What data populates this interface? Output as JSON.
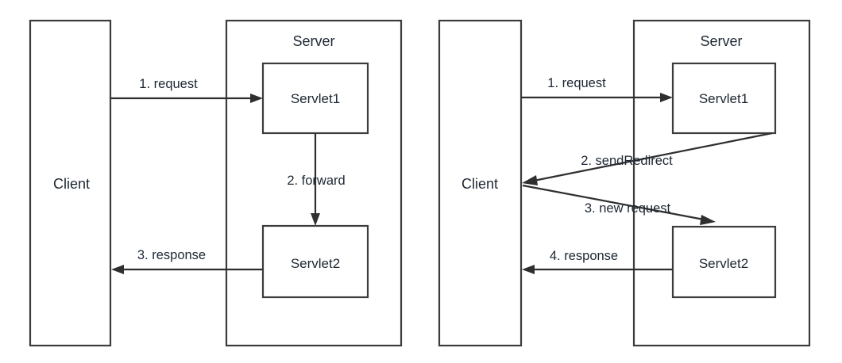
{
  "diagram": {
    "title_implicit": "Servlet forward vs sendRedirect",
    "colors": {
      "stroke": "#3c3c3c",
      "line": "#2f2f2f",
      "text": "#1d2733",
      "background": "#ffffff"
    },
    "panels": [
      {
        "id": "forward",
        "client": {
          "label": "Client"
        },
        "server": {
          "label": "Server"
        },
        "servlets": [
          {
            "label": "Servlet1"
          },
          {
            "label": "Servlet2"
          }
        ],
        "arrows": [
          {
            "label": "1. request",
            "from": "Client",
            "to": "Servlet1",
            "direction": "right"
          },
          {
            "label": "2. forward",
            "from": "Servlet1",
            "to": "Servlet2",
            "direction": "down"
          },
          {
            "label": "3. response",
            "from": "Servlet2",
            "to": "Client",
            "direction": "left"
          }
        ]
      },
      {
        "id": "sendRedirect",
        "client": {
          "label": "Client"
        },
        "server": {
          "label": "Server"
        },
        "servlets": [
          {
            "label": "Servlet1"
          },
          {
            "label": "Servlet2"
          }
        ],
        "arrows": [
          {
            "label": "1. request",
            "from": "Client",
            "to": "Servlet1",
            "direction": "right"
          },
          {
            "label": "2. sendRedirect",
            "from": "Servlet1",
            "to": "Client",
            "direction": "left-diagonal"
          },
          {
            "label": "3. new request",
            "from": "Client",
            "to": "Servlet2",
            "direction": "right-diagonal"
          },
          {
            "label": "4. response",
            "from": "Servlet2",
            "to": "Client",
            "direction": "left"
          }
        ]
      }
    ]
  }
}
